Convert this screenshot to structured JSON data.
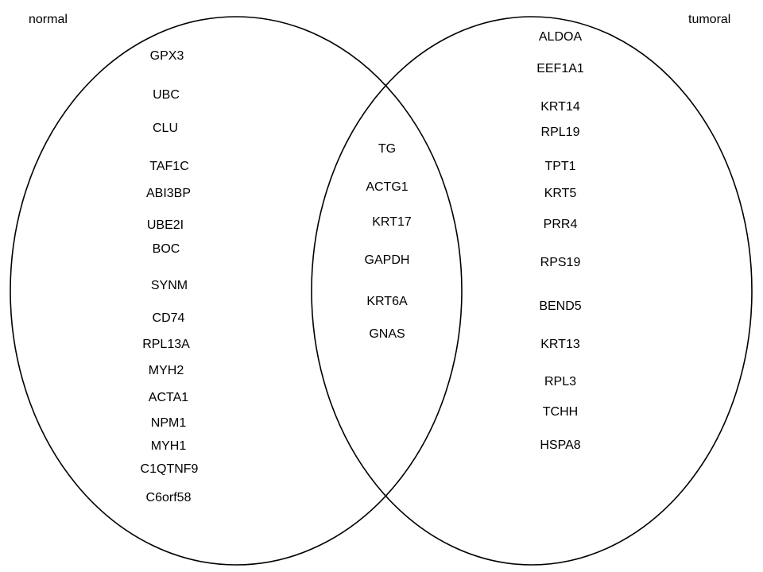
{
  "sets": {
    "left": {
      "label": "normal"
    },
    "right": {
      "label": "tumoral"
    }
  },
  "colors": {
    "stroke": "#000000",
    "text": "#000000",
    "background": "#ffffff"
  },
  "genes": {
    "normal_only": [
      "GPX3",
      "UBC",
      "CLU",
      "TAF1C",
      "ABI3BP",
      "UBE2I",
      "BOC",
      "SYNM",
      "CD74",
      "RPL13A",
      "MYH2",
      "ACTA1",
      "NPM1",
      "MYH1",
      "C1QTNF9",
      "C6orf58"
    ],
    "shared": [
      "TG",
      "ACTG1",
      "KRT17",
      "GAPDH",
      "KRT6A",
      "GNAS"
    ],
    "tumoral_only": [
      "ALDOA",
      "EEF1A1",
      "KRT14",
      "RPL19",
      "TPT1",
      "KRT5",
      "PRR4",
      "RPS19",
      "BEND5",
      "KRT13",
      "RPL3",
      "TCHH",
      "HSPA8"
    ]
  }
}
